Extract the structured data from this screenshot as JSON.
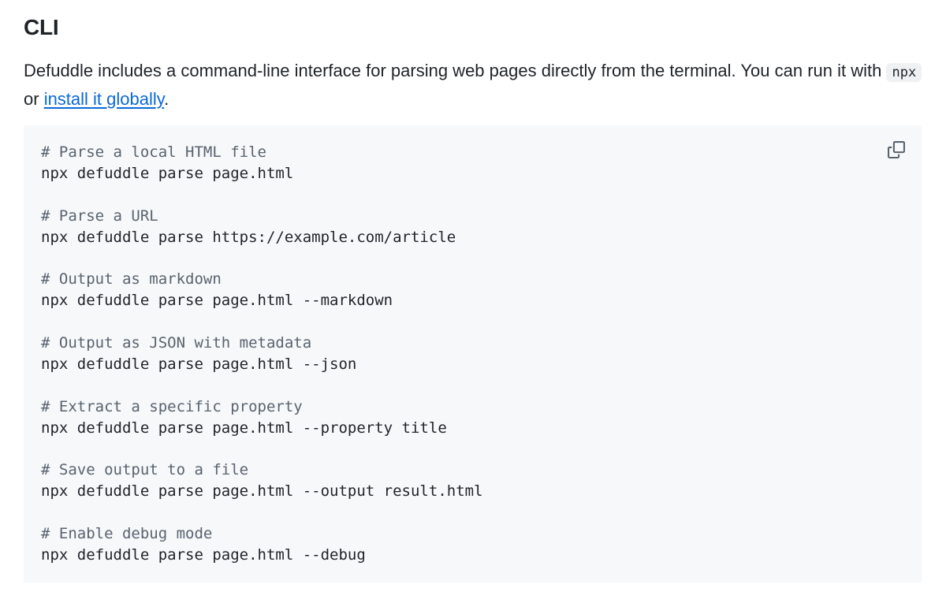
{
  "heading": "CLI",
  "paragraph": {
    "text_before": "Defuddle includes a command-line interface for parsing web pages directly from the terminal. You can run it with ",
    "inline_code": "npx",
    "text_middle": " or ",
    "link_text": "install it globally",
    "text_after": "."
  },
  "code_block": {
    "lines": [
      {
        "type": "comment",
        "text": "# Parse a local HTML file"
      },
      {
        "type": "code",
        "text": "npx defuddle parse page.html"
      },
      {
        "type": "blank",
        "text": ""
      },
      {
        "type": "comment",
        "text": "# Parse a URL"
      },
      {
        "type": "code",
        "text": "npx defuddle parse https://example.com/article"
      },
      {
        "type": "blank",
        "text": ""
      },
      {
        "type": "comment",
        "text": "# Output as markdown"
      },
      {
        "type": "code",
        "text": "npx defuddle parse page.html --markdown"
      },
      {
        "type": "blank",
        "text": ""
      },
      {
        "type": "comment",
        "text": "# Output as JSON with metadata"
      },
      {
        "type": "code",
        "text": "npx defuddle parse page.html --json"
      },
      {
        "type": "blank",
        "text": ""
      },
      {
        "type": "comment",
        "text": "# Extract a specific property"
      },
      {
        "type": "code",
        "text": "npx defuddle parse page.html --property title"
      },
      {
        "type": "blank",
        "text": ""
      },
      {
        "type": "comment",
        "text": "# Save output to a file"
      },
      {
        "type": "code",
        "text": "npx defuddle parse page.html --output result.html"
      },
      {
        "type": "blank",
        "text": ""
      },
      {
        "type": "comment",
        "text": "# Enable debug mode"
      },
      {
        "type": "code",
        "text": "npx defuddle parse page.html --debug"
      }
    ],
    "copy_icon": "copy-icon"
  },
  "colors": {
    "link": "#0969da",
    "comment": "#59636e",
    "code_bg": "#f6f8fa",
    "text": "#1f2328"
  }
}
